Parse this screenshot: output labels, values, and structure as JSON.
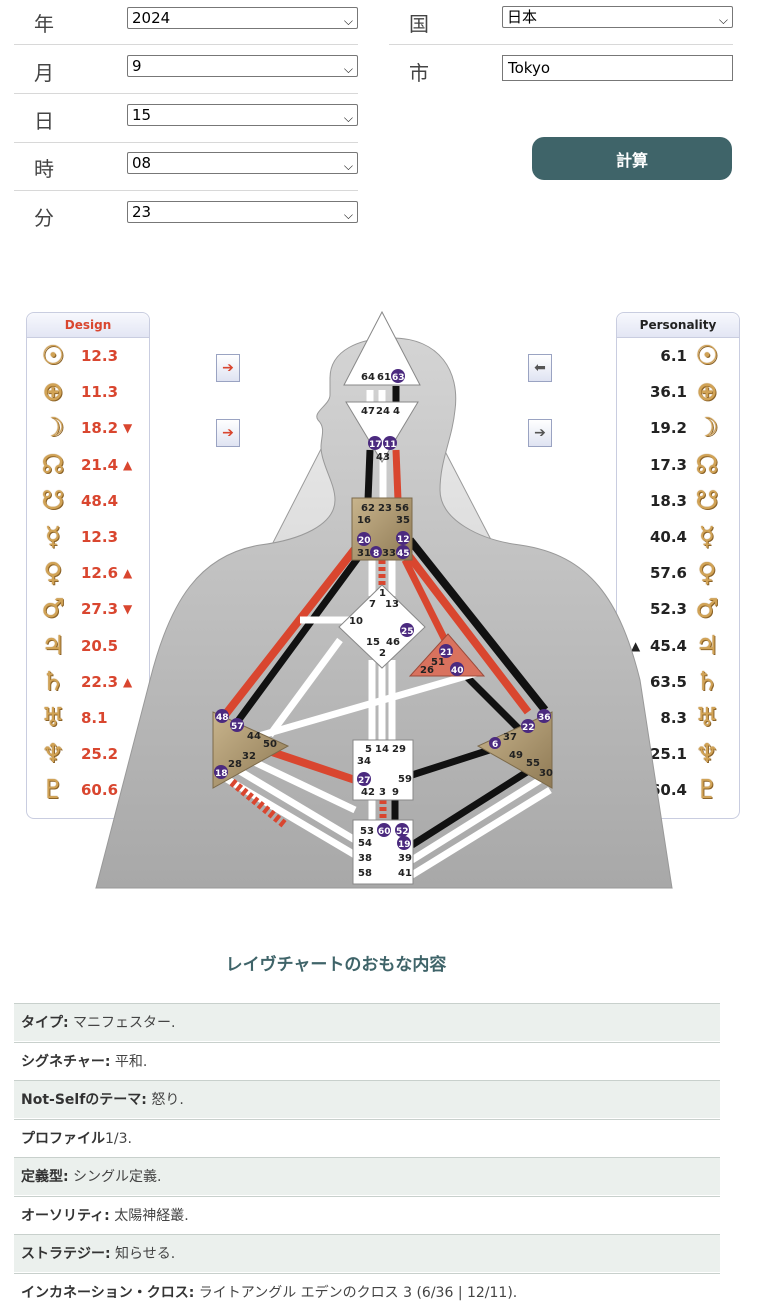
{
  "form": {
    "year": {
      "label": "年",
      "value": "2024"
    },
    "month": {
      "label": "月",
      "value": "9"
    },
    "day": {
      "label": "日",
      "value": "15"
    },
    "hour": {
      "label": "時",
      "value": "08"
    },
    "minute": {
      "label": "分",
      "value": "23"
    },
    "country": {
      "label": "国",
      "value": "日本"
    },
    "city": {
      "label": "市",
      "value": "Tokyo"
    },
    "calc_label": "計算"
  },
  "design": {
    "title": "Design",
    "rows": [
      {
        "planet": "sun-icon",
        "glyph": "☉",
        "value": "12.3",
        "arrow": ""
      },
      {
        "planet": "earth-icon",
        "glyph": "⊕",
        "value": "11.3",
        "arrow": ""
      },
      {
        "planet": "moon-icon",
        "glyph": "☽",
        "value": "18.2",
        "arrow": "▼"
      },
      {
        "planet": "north-node-icon",
        "glyph": "☊",
        "value": "21.4",
        "arrow": "▲"
      },
      {
        "planet": "south-node-icon",
        "glyph": "☋",
        "value": "48.4",
        "arrow": ""
      },
      {
        "planet": "mercury-icon",
        "glyph": "☿",
        "value": "12.3",
        "arrow": ""
      },
      {
        "planet": "venus-icon",
        "glyph": "♀",
        "value": "12.6",
        "arrow": "▲"
      },
      {
        "planet": "mars-icon",
        "glyph": "♂",
        "value": "27.3",
        "arrow": "▼"
      },
      {
        "planet": "jupiter-icon",
        "glyph": "♃",
        "value": "20.5",
        "arrow": ""
      },
      {
        "planet": "saturn-icon",
        "glyph": "♄",
        "value": "22.3",
        "arrow": "▲"
      },
      {
        "planet": "uranus-icon",
        "glyph": "♅",
        "value": "8.1",
        "arrow": ""
      },
      {
        "planet": "neptune-icon",
        "glyph": "♆",
        "value": "25.2",
        "arrow": ""
      },
      {
        "planet": "pluto-icon",
        "glyph": "♇",
        "value": "60.6",
        "arrow": ""
      }
    ]
  },
  "personality": {
    "title": "Personality",
    "rows": [
      {
        "planet": "sun-icon",
        "glyph": "☉",
        "value": "6.1",
        "arrow": ""
      },
      {
        "planet": "earth-icon",
        "glyph": "⊕",
        "value": "36.1",
        "arrow": ""
      },
      {
        "planet": "moon-icon",
        "glyph": "☽",
        "value": "19.2",
        "arrow": ""
      },
      {
        "planet": "north-node-icon",
        "glyph": "☊",
        "value": "17.3",
        "arrow": ""
      },
      {
        "planet": "south-node-icon",
        "glyph": "☋",
        "value": "18.3",
        "arrow": ""
      },
      {
        "planet": "mercury-icon",
        "glyph": "☿",
        "value": "40.4",
        "arrow": ""
      },
      {
        "planet": "venus-icon",
        "glyph": "♀",
        "value": "57.6",
        "arrow": ""
      },
      {
        "planet": "mars-icon",
        "glyph": "♂",
        "value": "52.3",
        "arrow": ""
      },
      {
        "planet": "jupiter-icon",
        "glyph": "♃",
        "value": "45.4",
        "arrow": "▲"
      },
      {
        "planet": "saturn-icon",
        "glyph": "♄",
        "value": "63.5",
        "arrow": ""
      },
      {
        "planet": "uranus-icon",
        "glyph": "♅",
        "value": "8.3",
        "arrow": ""
      },
      {
        "planet": "neptune-icon",
        "glyph": "♆",
        "value": "25.1",
        "arrow": "▲"
      },
      {
        "planet": "pluto-icon",
        "glyph": "♇",
        "value": "60.4",
        "arrow": ""
      }
    ]
  },
  "chart": {
    "head_gates": [
      "64",
      "61",
      "63"
    ],
    "ajna_gates": [
      "47",
      "24",
      "4",
      "17",
      "11",
      "43"
    ],
    "throat_gates": [
      "62",
      "23",
      "56",
      "16",
      "35",
      "20",
      "12",
      "31",
      "8",
      "33",
      "45"
    ],
    "g_gates": [
      "1",
      "7",
      "13",
      "10",
      "15",
      "46",
      "2",
      "25"
    ],
    "ego_gates": [
      "21",
      "51",
      "26",
      "40"
    ],
    "spleen_gates": [
      "48",
      "57",
      "44",
      "50",
      "32",
      "28",
      "18"
    ],
    "solar_gates": [
      "36",
      "22",
      "37",
      "6",
      "49",
      "55",
      "30"
    ],
    "sacral_gates": [
      "5",
      "14",
      "29",
      "34",
      "27",
      "59",
      "42",
      "3",
      "9"
    ],
    "root_gates": [
      "53",
      "60",
      "52",
      "54",
      "19",
      "38",
      "39",
      "58",
      "41"
    ]
  },
  "summary": {
    "title": "レイヴチャートのおもな内容",
    "rows": [
      {
        "label": "タイプ:",
        "value": " マニフェスター."
      },
      {
        "label": "シグネチャー:",
        "value": " 平和."
      },
      {
        "label": "Not-Selfのテーマ:",
        "value": " 怒り."
      },
      {
        "label": "プロファイル",
        "value": "1/3."
      },
      {
        "label": "定義型:",
        "value": " シングル定義."
      },
      {
        "label": "オーソリティ:",
        "value": " 太陽神経叢."
      },
      {
        "label": "ストラテジー:",
        "value": " 知らせる."
      },
      {
        "label": "インカネーション・クロス:",
        "value": " ライトアングル エデンのクロス 3 (6/36 | 12/11)."
      }
    ]
  }
}
